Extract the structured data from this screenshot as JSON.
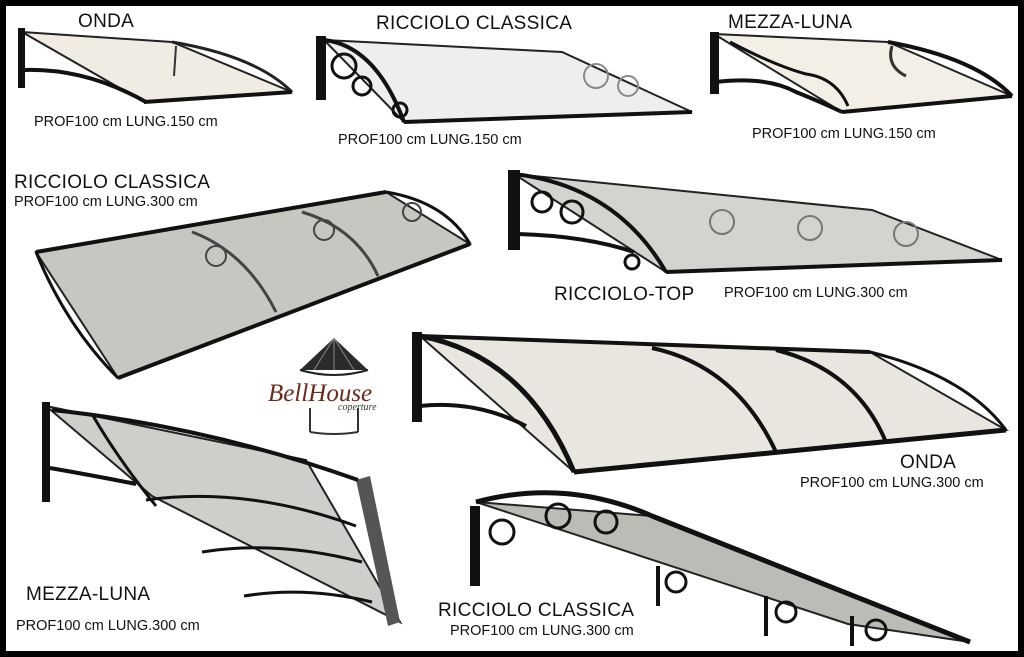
{
  "products": [
    {
      "title": "ONDA",
      "dims": "PROF100 cm LUNG.150 cm"
    },
    {
      "title": "RICCIOLO CLASSICA",
      "dims": "PROF100 cm LUNG.150 cm"
    },
    {
      "title": "MEZZA-LUNA",
      "dims": "PROF100 cm LUNG.150 cm"
    },
    {
      "title": "RICCIOLO CLASSICA",
      "dims": "PROF100 cm LUNG.300 cm"
    },
    {
      "title": "RICCIOLO-TOP",
      "dims": "PROF100 cm LUNG.300 cm"
    },
    {
      "title": "ONDA",
      "dims": "PROF100 cm LUNG.300 cm"
    },
    {
      "title": "MEZZA-LUNA",
      "dims": "PROF100 cm LUNG.300 cm"
    },
    {
      "title": "RICCIOLO CLASSICA",
      "dims": "PROF100 cm LUNG.300 cm"
    }
  ],
  "logo": {
    "brand": "BellHouse",
    "tagline": "coperture"
  },
  "colors": {
    "frame": "#000000",
    "panel_clear": "#f1ede6",
    "panel_smoke": "#c9c7c2",
    "metal": "#1c1c1c",
    "logo_brand": "#6a2a1c"
  }
}
